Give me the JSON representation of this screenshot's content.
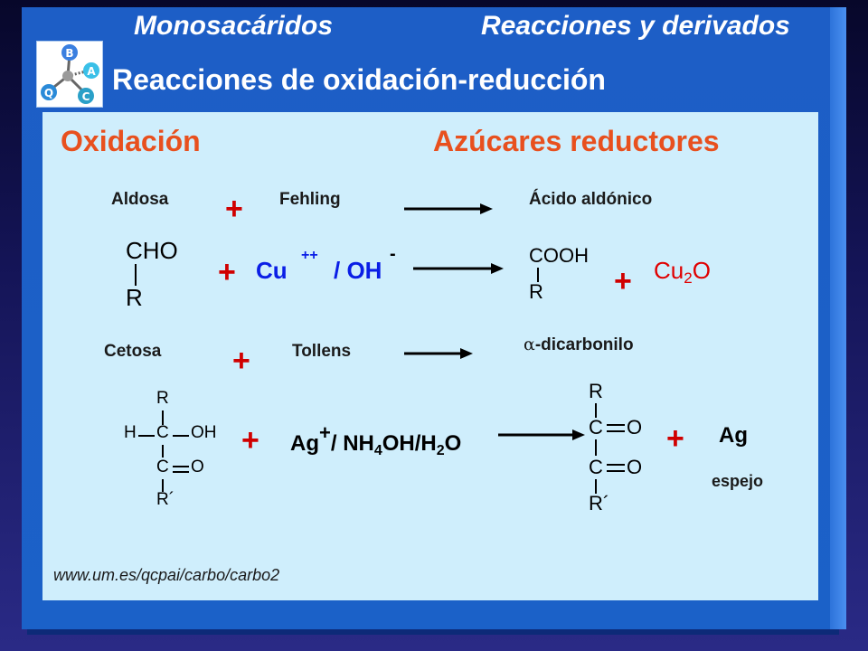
{
  "header": {
    "left_title": "Monosacáridos",
    "right_title": "Reacciones y derivados",
    "subtitle": "Reacciones de oxidación-reducción"
  },
  "logo": {
    "letters": [
      "B",
      "A",
      "C",
      "Q"
    ]
  },
  "section": {
    "left_heading": "Oxidación",
    "right_heading": "Azúcares reductores"
  },
  "reaction1": {
    "label_reactant": "Aldosa",
    "label_reagent": "Fehling",
    "label_product": "Ácido  aldónico",
    "plus": "+",
    "reactant_top": "CHO",
    "reactant_bottom": "R",
    "reagent_cu": "Cu",
    "reagent_charge": "++",
    "reagent_oh": "/ OH",
    "reagent_oh_charge": "-",
    "product_top": "COOH",
    "product_bottom": "R",
    "byproduct_base": "Cu",
    "byproduct_sub": "2",
    "byproduct_end": "O"
  },
  "reaction2": {
    "label_reactant": "Cetosa",
    "label_reagent": "Tollens",
    "label_product_greek": "α",
    "label_product": "-dicarbonilo",
    "plus": "+",
    "reactant_R": "R",
    "reactant_H": "H",
    "reactant_C1": "C",
    "reactant_OH": "OH",
    "reactant_C2": "C",
    "reactant_O": "O",
    "reactant_R2": "R´",
    "reagent_ag": "Ag",
    "reagent_charge": "+",
    "reagent_rest1": "/ NH",
    "reagent_sub4": "4",
    "reagent_rest2": "OH/H",
    "reagent_sub2": "2",
    "reagent_rest3": "O",
    "product_R": "R",
    "product_C1": "C",
    "product_O1": "O",
    "product_C2": "C",
    "product_O2": "O",
    "product_R2": "R´",
    "byproduct": "Ag",
    "byproduct_note": "espejo"
  },
  "footer": {
    "url": "www.um.es/qcpai/carbo/carbo2"
  }
}
